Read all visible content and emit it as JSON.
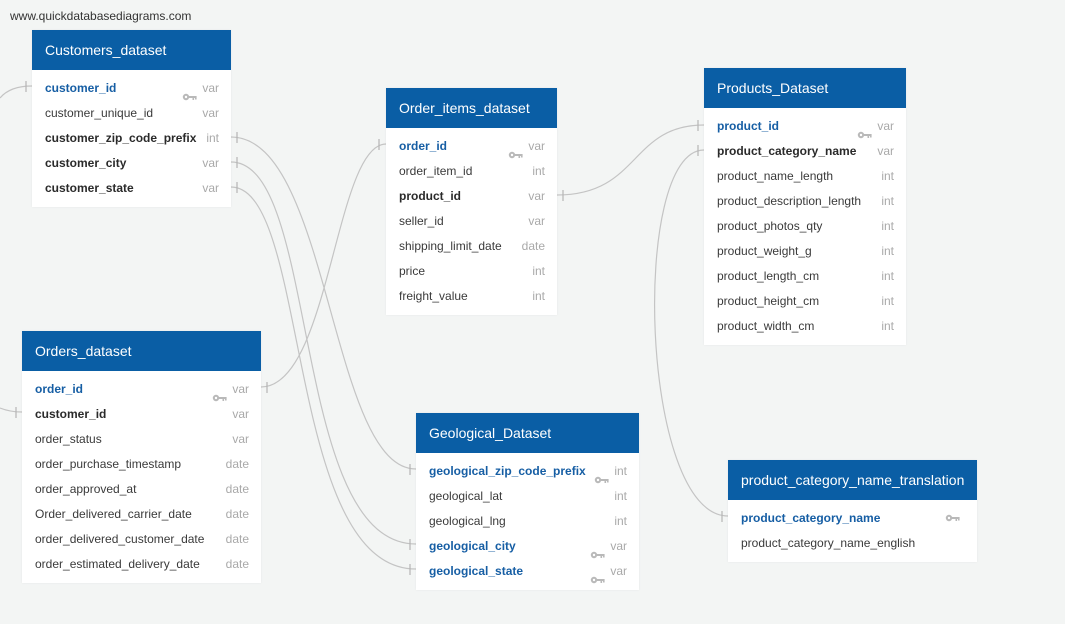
{
  "watermark": "www.quickdatabasediagrams.com",
  "tables": {
    "customers": {
      "title": "Customers_dataset",
      "columns": [
        {
          "name": "customer_id",
          "type": "var",
          "key": true
        },
        {
          "name": "customer_unique_id",
          "type": "var"
        },
        {
          "name": "customer_zip_code_prefix",
          "type": "int"
        },
        {
          "name": "customer_city",
          "type": "var"
        },
        {
          "name": "customer_state",
          "type": "var"
        }
      ]
    },
    "orders": {
      "title": "Orders_dataset",
      "columns": [
        {
          "name": "order_id",
          "type": "var",
          "key": true
        },
        {
          "name": "customer_id",
          "type": "var"
        },
        {
          "name": "order_status",
          "type": "var"
        },
        {
          "name": "order_purchase_timestamp",
          "type": "date"
        },
        {
          "name": "order_approved_at",
          "type": "date"
        },
        {
          "name": "Order_delivered_carrier_date",
          "type": "date"
        },
        {
          "name": "order_delivered_customer_date",
          "type": "date"
        },
        {
          "name": "order_estimated_delivery_date",
          "type": "date"
        }
      ]
    },
    "order_items": {
      "title": "Order_items_dataset",
      "columns": [
        {
          "name": "order_id",
          "type": "var",
          "key": true
        },
        {
          "name": "order_item_id",
          "type": "int"
        },
        {
          "name": "product_id",
          "type": "var"
        },
        {
          "name": "seller_id",
          "type": "var"
        },
        {
          "name": "shipping_limit_date",
          "type": "date"
        },
        {
          "name": "price",
          "type": "int"
        },
        {
          "name": "freight_value",
          "type": "int"
        }
      ]
    },
    "geological": {
      "title": "Geological_Dataset",
      "columns": [
        {
          "name": "geological_zip_code_prefix",
          "type": "int",
          "key": true
        },
        {
          "name": "geological_lat",
          "type": "int"
        },
        {
          "name": "geological_lng",
          "type": "int"
        },
        {
          "name": "geological_city",
          "type": "var",
          "key": true
        },
        {
          "name": "geological_state",
          "type": "var",
          "key": true
        }
      ]
    },
    "products": {
      "title": "Products_Dataset",
      "columns": [
        {
          "name": "product_id",
          "type": "var",
          "key": true
        },
        {
          "name": "product_category_name",
          "type": "var"
        },
        {
          "name": "product_name_length",
          "type": "int"
        },
        {
          "name": "product_description_length",
          "type": "int"
        },
        {
          "name": "product_photos_qty",
          "type": "int"
        },
        {
          "name": "product_weight_g",
          "type": "int"
        },
        {
          "name": "product_length_cm",
          "type": "int"
        },
        {
          "name": "product_height_cm",
          "type": "int"
        },
        {
          "name": "product_width_cm",
          "type": "int"
        }
      ]
    },
    "translation": {
      "title": "product_category_name_translation",
      "columns": [
        {
          "name": "product_category_name",
          "type": "",
          "key": true
        },
        {
          "name": "product_category_name_english",
          "type": ""
        }
      ]
    }
  },
  "colors": {
    "header": "#0a5ea5",
    "key_name": "#165ea4",
    "type_text": "#a9a9a9",
    "link_line": "#c4c4c4"
  }
}
